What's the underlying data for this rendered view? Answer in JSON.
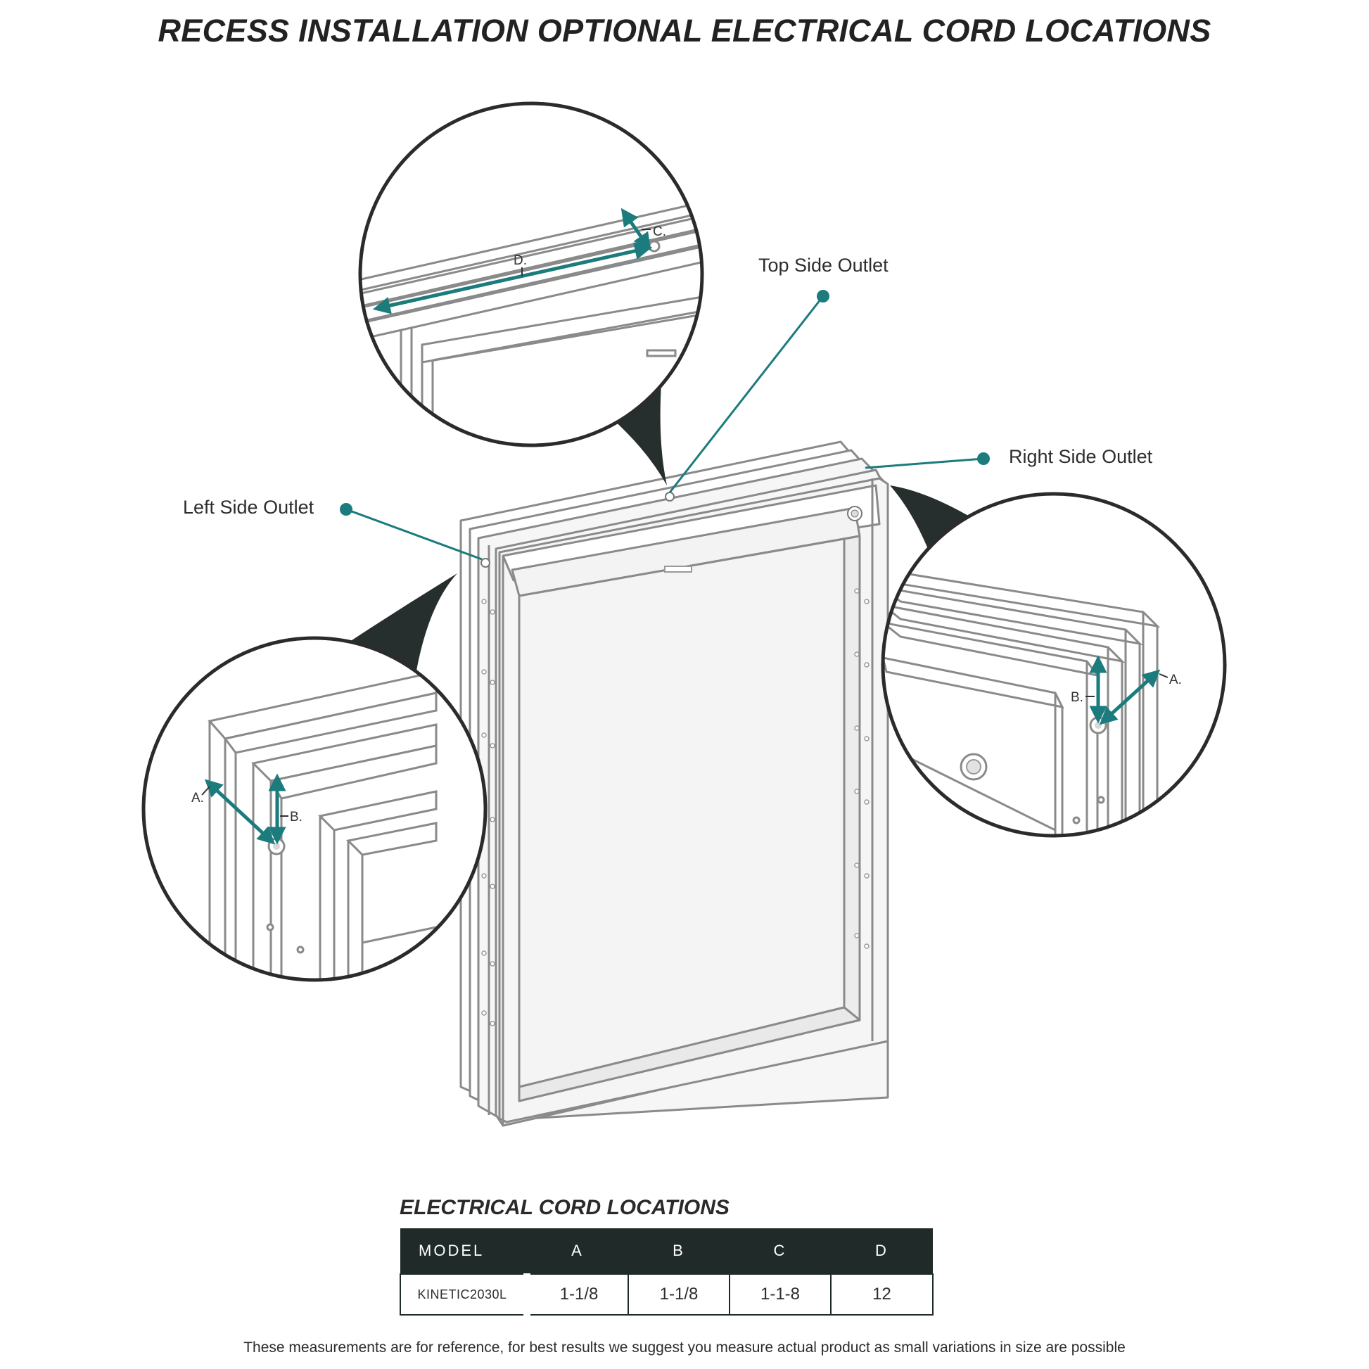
{
  "title": "RECESS INSTALLATION OPTIONAL ELECTRICAL CORD LOCATIONS",
  "callouts": {
    "top": "Top Side Outlet",
    "right": "Right Side Outlet",
    "left": "Left Side Outlet"
  },
  "dimension_labels": {
    "a": "A.",
    "b": "B.",
    "c": "C.",
    "d": "D."
  },
  "colors": {
    "accent_teal": "#1b7b7d",
    "pointer_dark": "#262f2e",
    "outline_gray": "#8a8a8a",
    "table_header": "#1f2a29"
  },
  "table": {
    "title": "ELECTRICAL CORD LOCATIONS",
    "headers": [
      "MODEL",
      "A",
      "B",
      "C",
      "D"
    ],
    "rows": [
      [
        "KINETIC2030L",
        "1-1/8",
        "1-1/8",
        "1-1-8",
        "12"
      ]
    ]
  },
  "footnote": "These measurements are for reference, for best results we suggest you measure actual product as small variations in size are possible"
}
